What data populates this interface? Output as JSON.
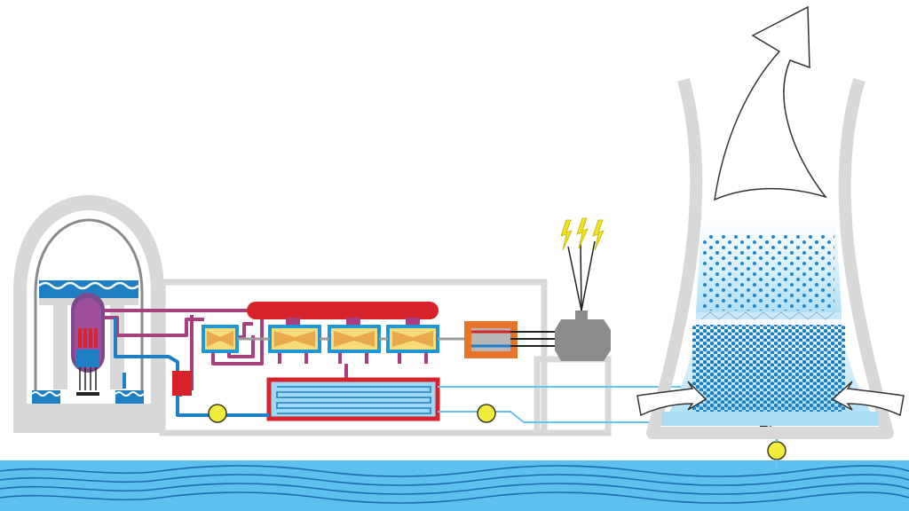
{
  "diagram": {
    "kind": "power-plant-schematic",
    "labels": [],
    "components": [
      {
        "id": "reactor-containment",
        "icon": "containment-dome"
      },
      {
        "id": "reactor-vessel",
        "icon": "reactor-core"
      },
      {
        "id": "steam-drum",
        "icon": "steam-header"
      },
      {
        "id": "turbines",
        "icon": "turbine",
        "count": 4
      },
      {
        "id": "condenser",
        "icon": "condenser-coil"
      },
      {
        "id": "transformer",
        "icon": "transformer"
      },
      {
        "id": "generator",
        "icon": "generator"
      },
      {
        "id": "pumps",
        "icon": "pump",
        "count": 3
      },
      {
        "id": "cooling-tower",
        "icon": "cooling-tower"
      },
      {
        "id": "lightning-bolts",
        "icon": "electricity-bolt",
        "count": 3
      },
      {
        "id": "river",
        "icon": "water-waves"
      }
    ],
    "colors": {
      "building": "#d8d8d8",
      "steam_pipe": "#a8407f",
      "steam_header": "#d9232a",
      "turbine_fill": "#f8dc7a",
      "turbine_frame": "#1f97d3",
      "cooling_water": "#1e90d0",
      "light_water": "#9fd8f4",
      "pump": "#f2ec3a",
      "transformer": "#e6752a",
      "generator": "#8c8c8c",
      "bolt": "#f1e21c",
      "river": "#5cc1ec"
    }
  }
}
